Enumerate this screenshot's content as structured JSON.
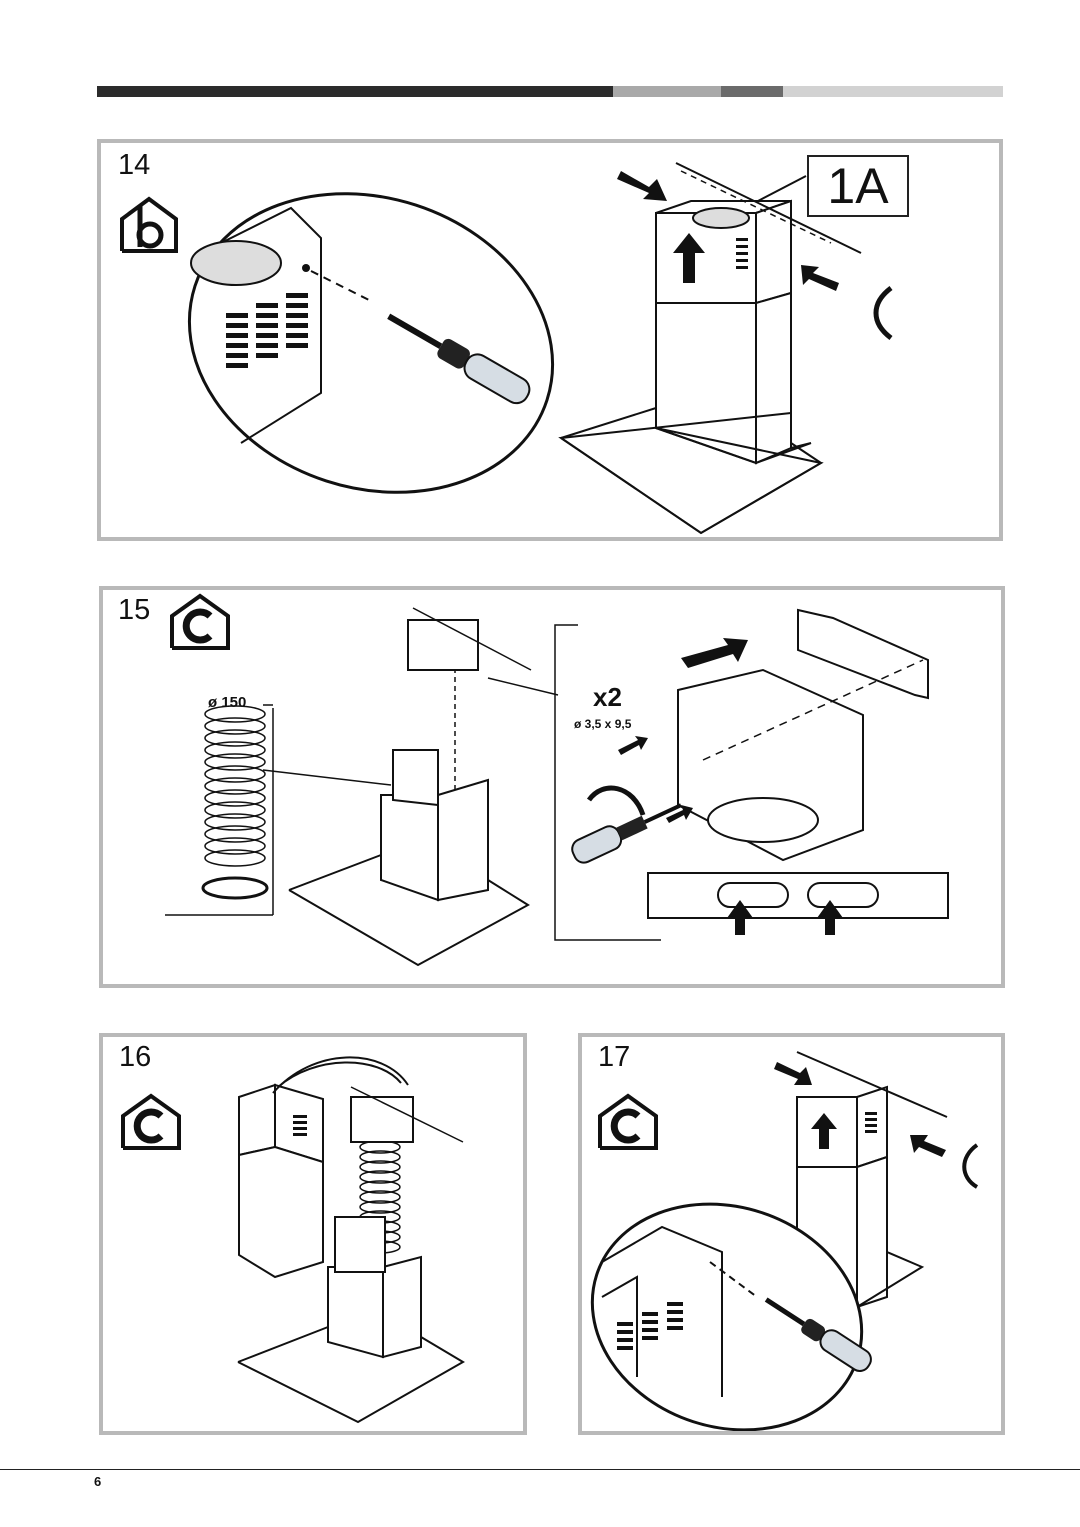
{
  "header_bar": {
    "colors": [
      "#2b2b2b",
      "#a9a9a9",
      "#6b6b6b",
      "#d2d2d2"
    ]
  },
  "steps": [
    {
      "number": "14",
      "mode_icon": "house-b-icon",
      "callout": "1A"
    },
    {
      "number": "15",
      "mode_icon": "house-c-icon",
      "duct_diameter": "ø 150",
      "quantity": "x2",
      "screw_size": "ø 3,5 x 9,5"
    },
    {
      "number": "16",
      "mode_icon": "house-c-icon"
    },
    {
      "number": "17",
      "mode_icon": "house-c-icon"
    }
  ],
  "page_number": "6"
}
